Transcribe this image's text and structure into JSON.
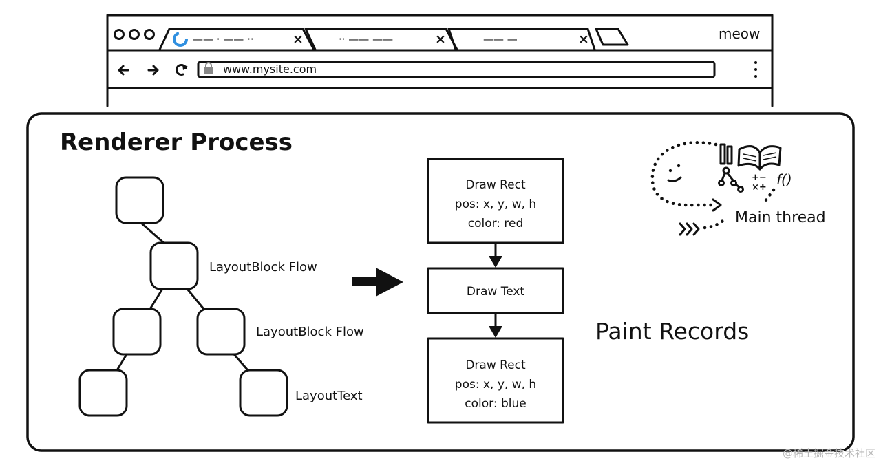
{
  "browser": {
    "window_title": "meow",
    "address_bar": {
      "url": "www.mysite.com"
    },
    "tabs": [
      {
        "label": "—— · —— ··"
      },
      {
        "label": "·· —— ——"
      },
      {
        "label": "—— —"
      }
    ],
    "tab_close_glyph": "×",
    "nav": {
      "back_icon": "arrow-left-icon",
      "forward_icon": "arrow-right-icon",
      "reload_icon": "reload-icon",
      "menu_icon": "kebab-menu-icon"
    }
  },
  "renderer": {
    "title": "Renderer Process",
    "tree_labels": [
      "LayoutBlock Flow",
      "LayoutBlock Flow",
      "LayoutText"
    ],
    "paint_records_label": "Paint Records",
    "records": [
      {
        "lines": [
          "Draw Rect",
          "pos: x, y, w, h",
          "color: red"
        ]
      },
      {
        "lines": [
          "Draw Text"
        ]
      },
      {
        "lines": [
          "Draw Rect",
          "pos: x, y, w, h",
          "color: blue"
        ]
      }
    ],
    "main_thread": {
      "label": "Main thread",
      "math_glyph_1": "+−",
      "math_glyph_2": "×÷",
      "func_glyph": "f()"
    }
  },
  "watermark": "@稀土掘金技术社区"
}
